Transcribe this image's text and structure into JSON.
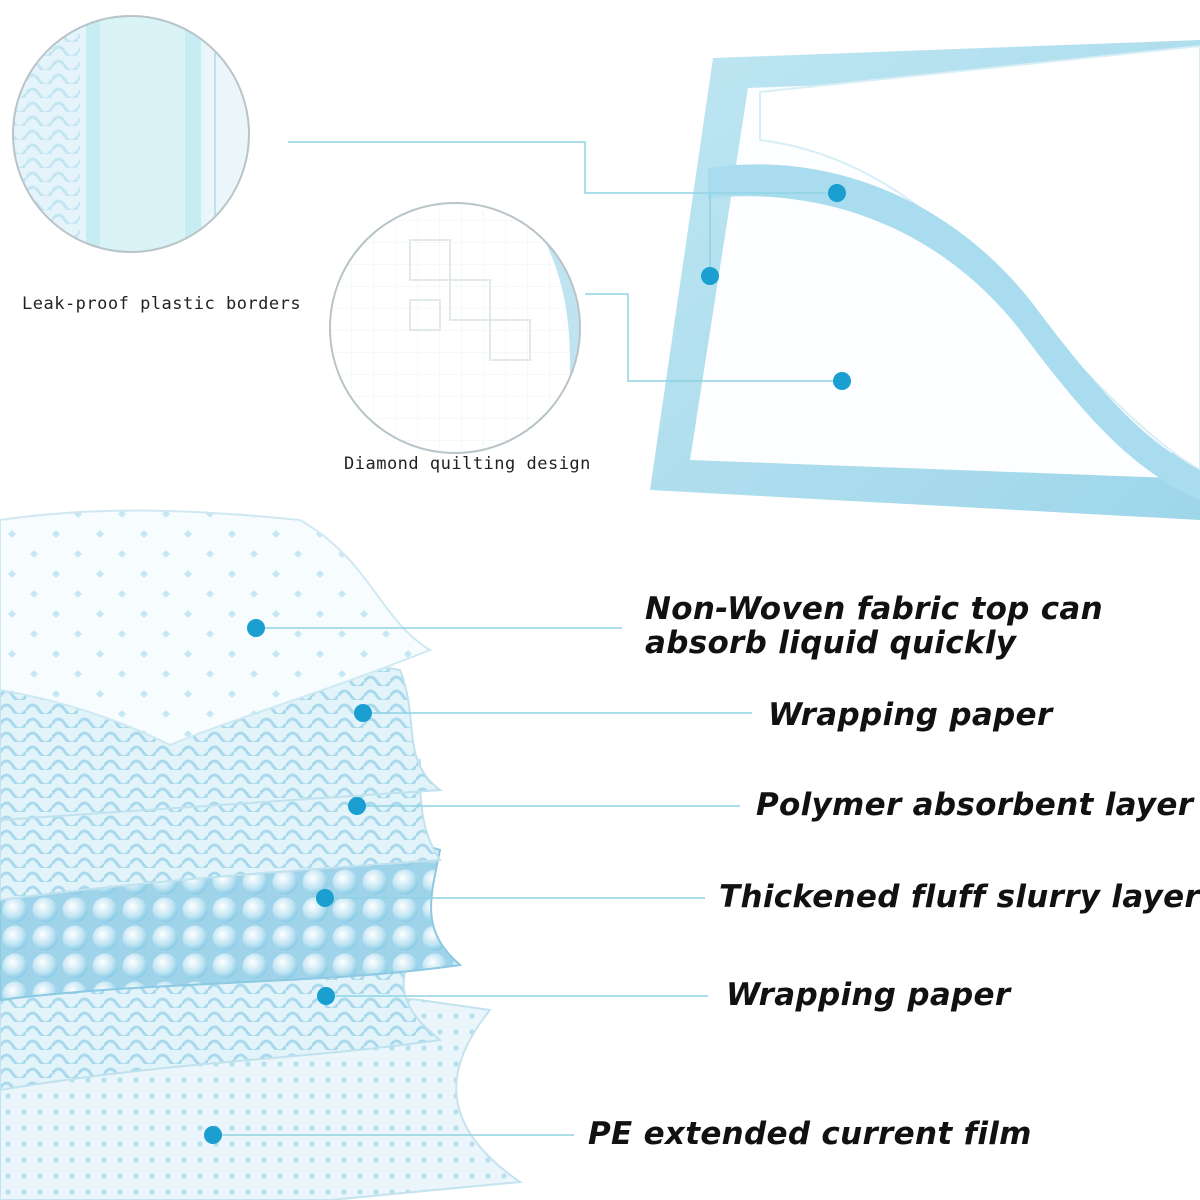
{
  "colors": {
    "accent_dot": "#1b9fd0",
    "leader_line": "#8fd3e4",
    "pad_border": "#a6dcee",
    "pad_core": "#ffffff",
    "text": "#111111"
  },
  "callouts": {
    "leak_proof": "Leak-proof plastic borders",
    "diamond_quilting": "Diamond quilting design"
  },
  "layers": [
    {
      "label": "Non-Woven fabric top can absorb liquid quickly",
      "texture": "dotted-fabric"
    },
    {
      "label": "Wrapping paper",
      "texture": "wave"
    },
    {
      "label": "Polymer absorbent layer",
      "texture": "wave"
    },
    {
      "label": "Thickened fluff slurry layer",
      "texture": "bubbles"
    },
    {
      "label": "Wrapping paper",
      "texture": "wave"
    },
    {
      "label": "PE extended current film",
      "texture": "dots"
    }
  ]
}
